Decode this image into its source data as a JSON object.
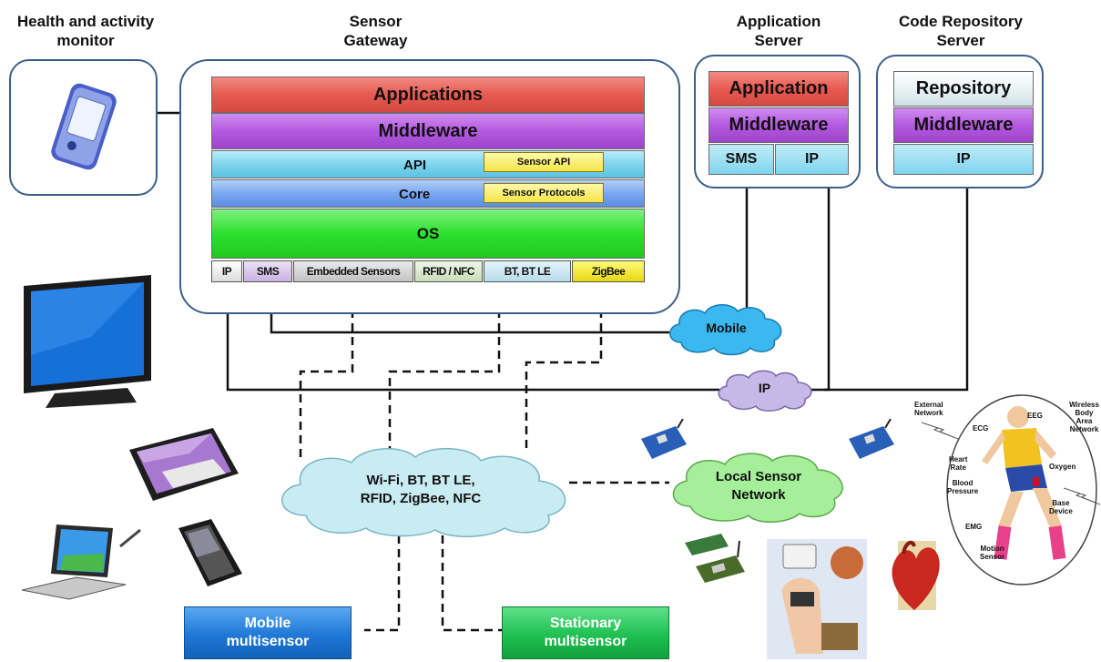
{
  "titles": {
    "health": "Health and activity\nmonitor",
    "gateway": "Sensor\nGateway",
    "app_server": "Application\nServer",
    "repo_server": "Code Repository\nServer"
  },
  "gateway": {
    "applications": "Applications",
    "middleware": "Middleware",
    "api": "API",
    "sensor_api": "Sensor API",
    "core": "Core",
    "sensor_protocols": "Sensor Protocols",
    "os": "OS",
    "interfaces": [
      "IP",
      "SMS",
      "Embedded Sensors",
      "RFID / NFC",
      "BT, BT LE",
      "ZigBee"
    ]
  },
  "app_server": {
    "application": "Application",
    "middleware": "Middleware",
    "sms": "SMS",
    "ip": "IP"
  },
  "repo_server": {
    "repository": "Repository",
    "middleware": "Middleware",
    "ip": "IP"
  },
  "clouds": {
    "mobile": "Mobile",
    "ip": "IP",
    "wireless": "Wi-Fi, BT, BT LE,\nRFID, ZigBee, NFC",
    "local": "Local Sensor\nNetwork"
  },
  "sensors": {
    "mobile": "Mobile\nmultisensor",
    "stationary": "Stationary\nmultisensor"
  },
  "body_labels": {
    "external": "External\nNetwork",
    "wireless": "Wireless\nBody Area\nNetwork",
    "ecg": "ECG",
    "eeg": "EEG",
    "heart_rate": "Heart\nRate",
    "blood_pressure": "Blood\nPressure",
    "oxygen": "Oxygen",
    "base_device": "Base\nDevice",
    "emg": "EMG",
    "motion": "Motion\nSensor"
  },
  "colors": {
    "panel_border": "#3b5f8a",
    "applications": "#e85a52",
    "middleware": "#b45ae0",
    "api": "#7fd4ee",
    "core": "#7aa8f0",
    "os": "#2de02d",
    "mobile_cloud": "#3ab8ef",
    "ip_cloud": "#c8b8e8",
    "wireless_cloud": "#c9ecf2",
    "local_cloud": "#a6ef9a",
    "mobile_sensor": "#1f78d6",
    "stationary_sensor": "#1ec050"
  },
  "icons": [
    "pda-icon",
    "tv-icon",
    "tablet-icon",
    "laptop-icon",
    "smartphone-icon",
    "sensor-board-icon",
    "medical-illustration-icon",
    "heart-icon",
    "body-sensor-figure-icon"
  ]
}
